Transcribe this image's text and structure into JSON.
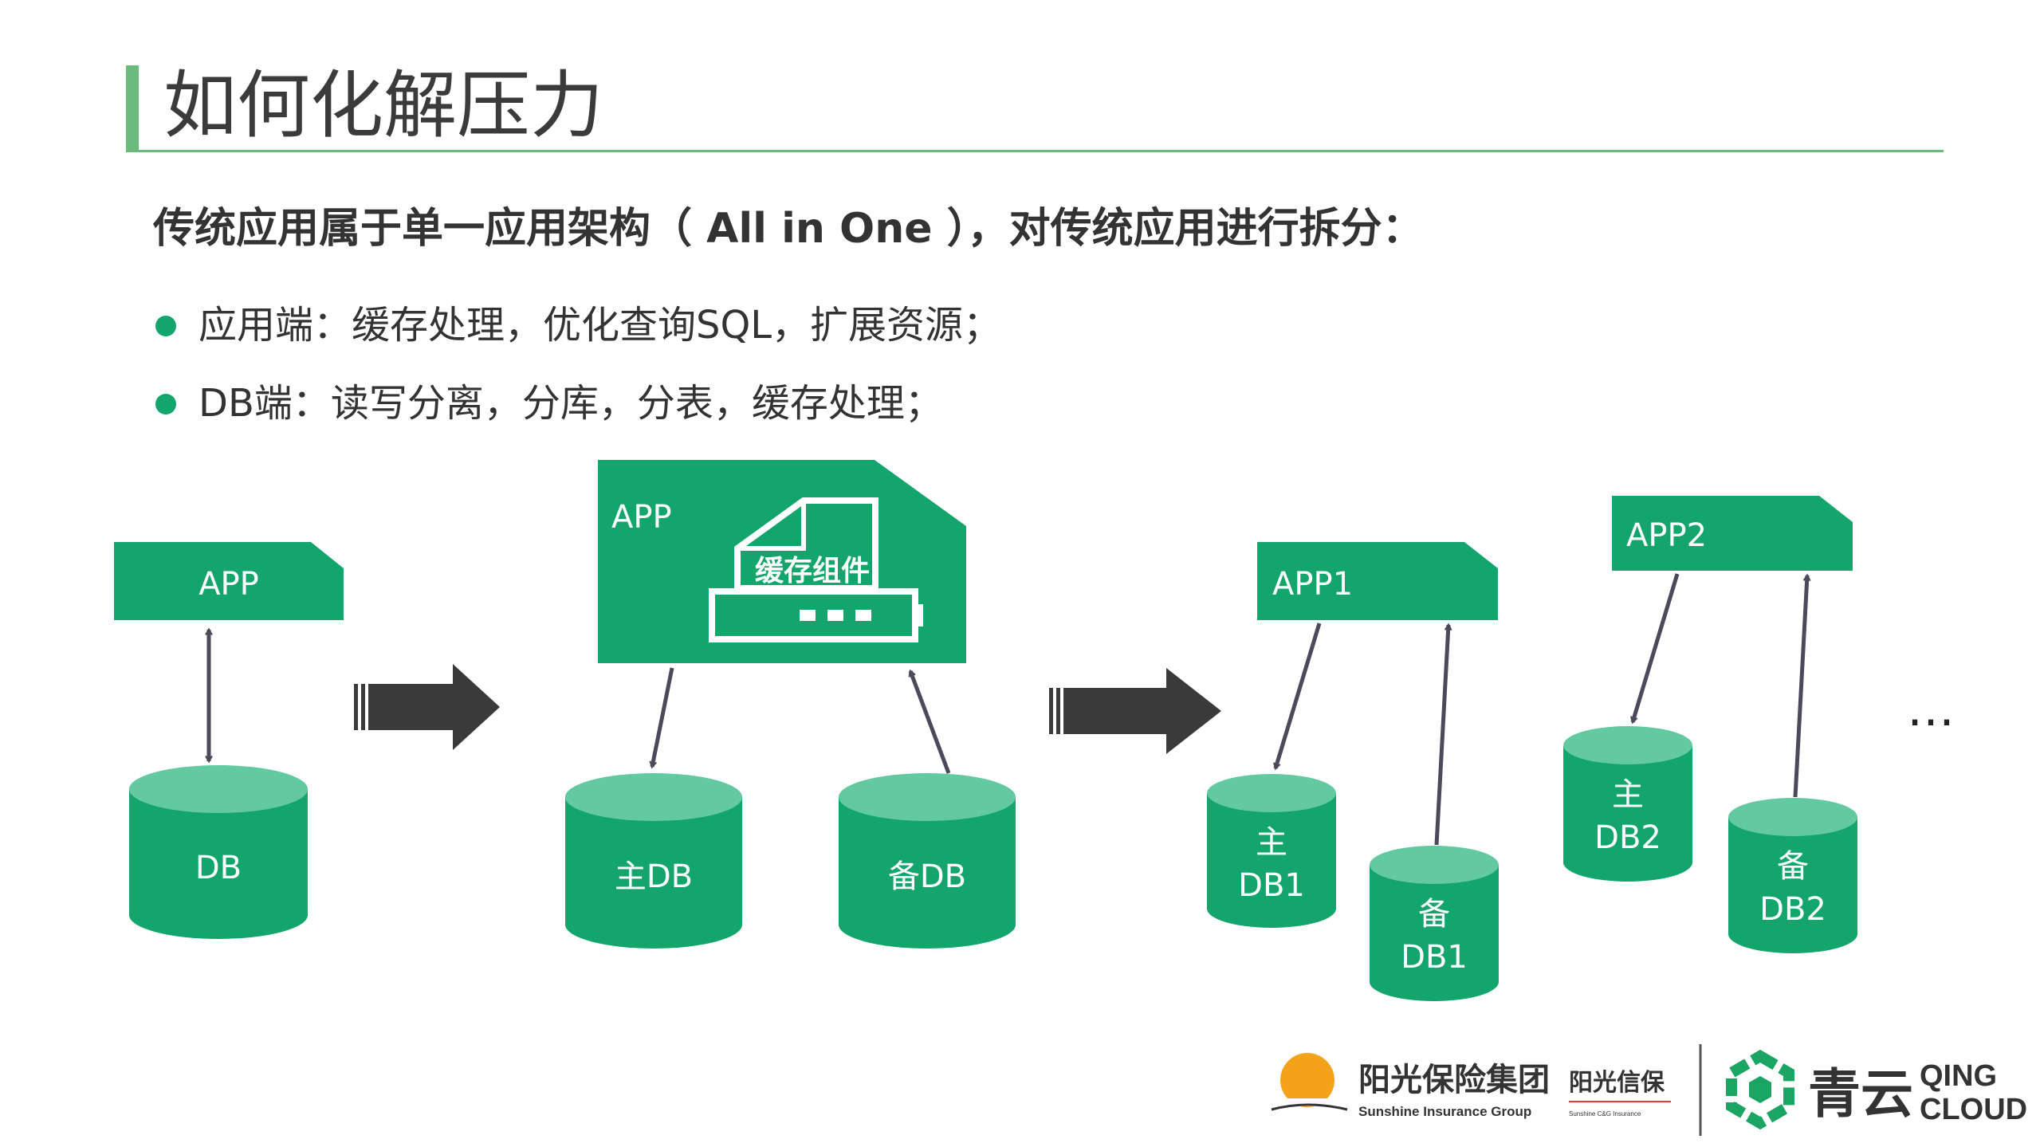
{
  "slide": {
    "title": "如何化解压力",
    "subtitle": "传统应用属于单一应用架构（ All in One ），对传统应用进行拆分：",
    "bullets": [
      "应用端：缓存处理，优化查询SQL，扩展资源；",
      "DB端：读写分离，分库，分表，缓存处理；"
    ]
  },
  "diagram": {
    "stage1": {
      "app": "APP",
      "db": "DB"
    },
    "stage2": {
      "app": "APP",
      "cache": "缓存组件",
      "primary_db": "主DB",
      "backup_db": "备DB"
    },
    "stage3": {
      "app1": "APP1",
      "app2": "APP2",
      "primary1": [
        "主",
        "DB1"
      ],
      "backup1": [
        "备",
        "DB1"
      ],
      "primary2": [
        "主",
        "DB2"
      ],
      "backup2": [
        "备",
        "DB2"
      ],
      "ellipsis": "…"
    }
  },
  "footer": {
    "sunshine_cn": "阳光保险集团",
    "sunshine_en": "Sunshine Insurance Group",
    "xinbao_cn": "阳光信保",
    "xinbao_en": "Sunshine C&G Insurance",
    "qing_cn": "青云",
    "qing_en_1": "QING",
    "qing_en_2": "CLOUD"
  },
  "colors": {
    "accent_green": "#13a56b",
    "db_top": "#62c9a1",
    "title_bar": "#6abb7b",
    "arrow_dark": "#3a3a3a",
    "connector": "#4a4a5a"
  }
}
